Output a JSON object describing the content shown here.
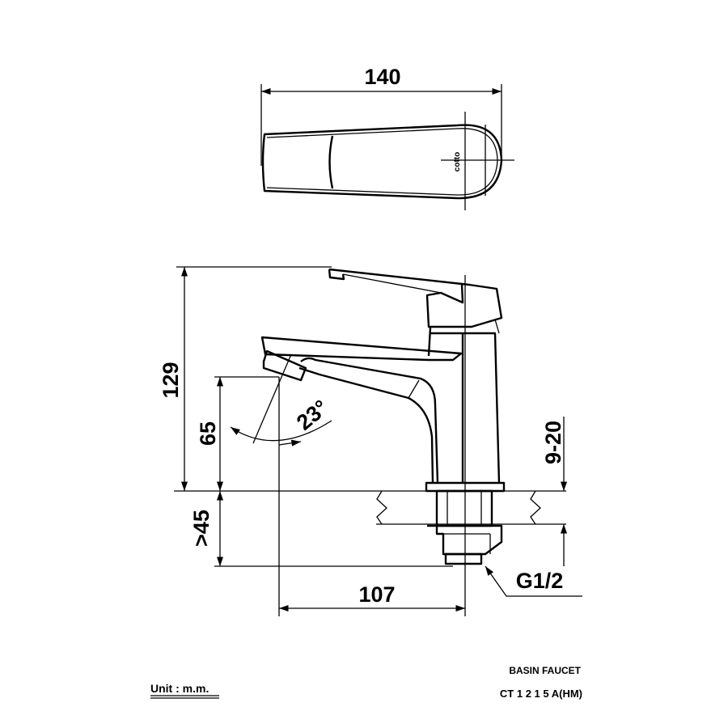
{
  "drawing": {
    "title": "BASIN FAUCET",
    "model": "CT 1 2 1 5 A(HM)",
    "unit_label": "Unit : m.m.",
    "logo": "cotto",
    "dimensions": {
      "total_length": "140",
      "total_height": "129",
      "spout_height": "65",
      "below_counter": ">45",
      "counter_thickness": "9-20",
      "spout_reach": "107",
      "thread": "G1/2",
      "spout_angle": "23°"
    }
  }
}
